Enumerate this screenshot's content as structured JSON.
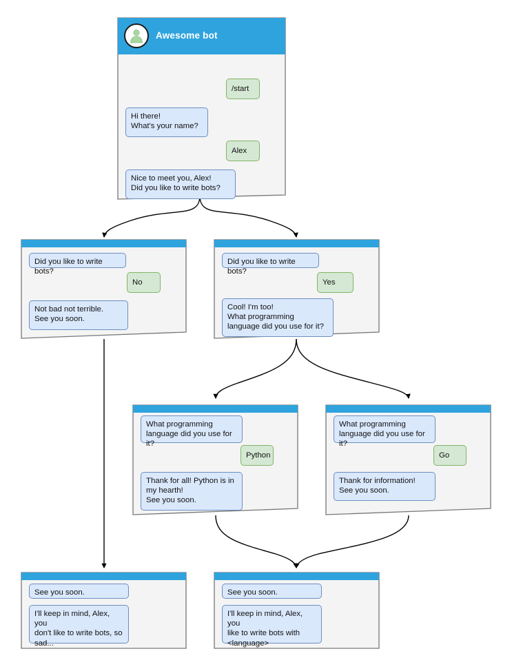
{
  "diagram": {
    "title": "Awesome bot conversation flow",
    "colors": {
      "header_blue": "#2fa3dd",
      "card_bg": "#f4f4f4",
      "card_border": "#777777",
      "bot_bubble_bg": "#dae8fc",
      "bot_bubble_border": "#6c8ebf",
      "user_bubble_bg": "#d5e8d4",
      "user_bubble_border": "#82b366",
      "edge": "#000000",
      "avatar_person": "#a9d6a2"
    }
  },
  "cards": [
    {
      "id": "start",
      "header": {
        "title": "Awesome bot",
        "avatar_icon": "person-avatar-icon"
      },
      "messages": [
        {
          "from": "user",
          "text": "/start"
        },
        {
          "from": "bot",
          "text": "Hi there!\nWhat's your name?"
        },
        {
          "from": "user",
          "text": "Alex"
        },
        {
          "from": "bot",
          "text": "Nice to meet you, Alex!\nDid you like to write bots?"
        }
      ]
    },
    {
      "id": "answer-no",
      "header": {
        "title": ""
      },
      "messages": [
        {
          "from": "bot",
          "text": "Did you like to write bots?"
        },
        {
          "from": "user",
          "text": "No"
        },
        {
          "from": "bot",
          "text": "Not bad not terrible.\nSee you soon."
        }
      ]
    },
    {
      "id": "answer-yes",
      "header": {
        "title": ""
      },
      "messages": [
        {
          "from": "bot",
          "text": "Did you like to write bots?"
        },
        {
          "from": "user",
          "text": "Yes"
        },
        {
          "from": "bot",
          "text": "Cool! I'm too!\nWhat programming\nlanguage did you use for it?"
        }
      ]
    },
    {
      "id": "answer-python",
      "header": {
        "title": ""
      },
      "messages": [
        {
          "from": "bot",
          "text": "What programming\nlanguage did you use for it?"
        },
        {
          "from": "user",
          "text": "Python"
        },
        {
          "from": "bot",
          "text": "Thank for all! Python is in\nmy hearth!\nSee you soon."
        }
      ]
    },
    {
      "id": "answer-go",
      "header": {
        "title": ""
      },
      "messages": [
        {
          "from": "bot",
          "text": "What programming\nlanguage did you use for it?"
        },
        {
          "from": "user",
          "text": "Go"
        },
        {
          "from": "bot",
          "text": "Thank for information!\nSee you soon."
        }
      ]
    },
    {
      "id": "end-sad",
      "header": {
        "title": ""
      },
      "messages": [
        {
          "from": "bot",
          "text": "See you soon."
        },
        {
          "from": "bot",
          "text": "I'll keep in mind, Alex, you\ndon't like to write bots, so\nsad..."
        }
      ]
    },
    {
      "id": "end-happy",
      "header": {
        "title": ""
      },
      "messages": [
        {
          "from": "bot",
          "text": "See you soon."
        },
        {
          "from": "bot",
          "text": "I'll keep in mind, Alex, you\nlike to write bots with\n<language>"
        }
      ]
    }
  ]
}
